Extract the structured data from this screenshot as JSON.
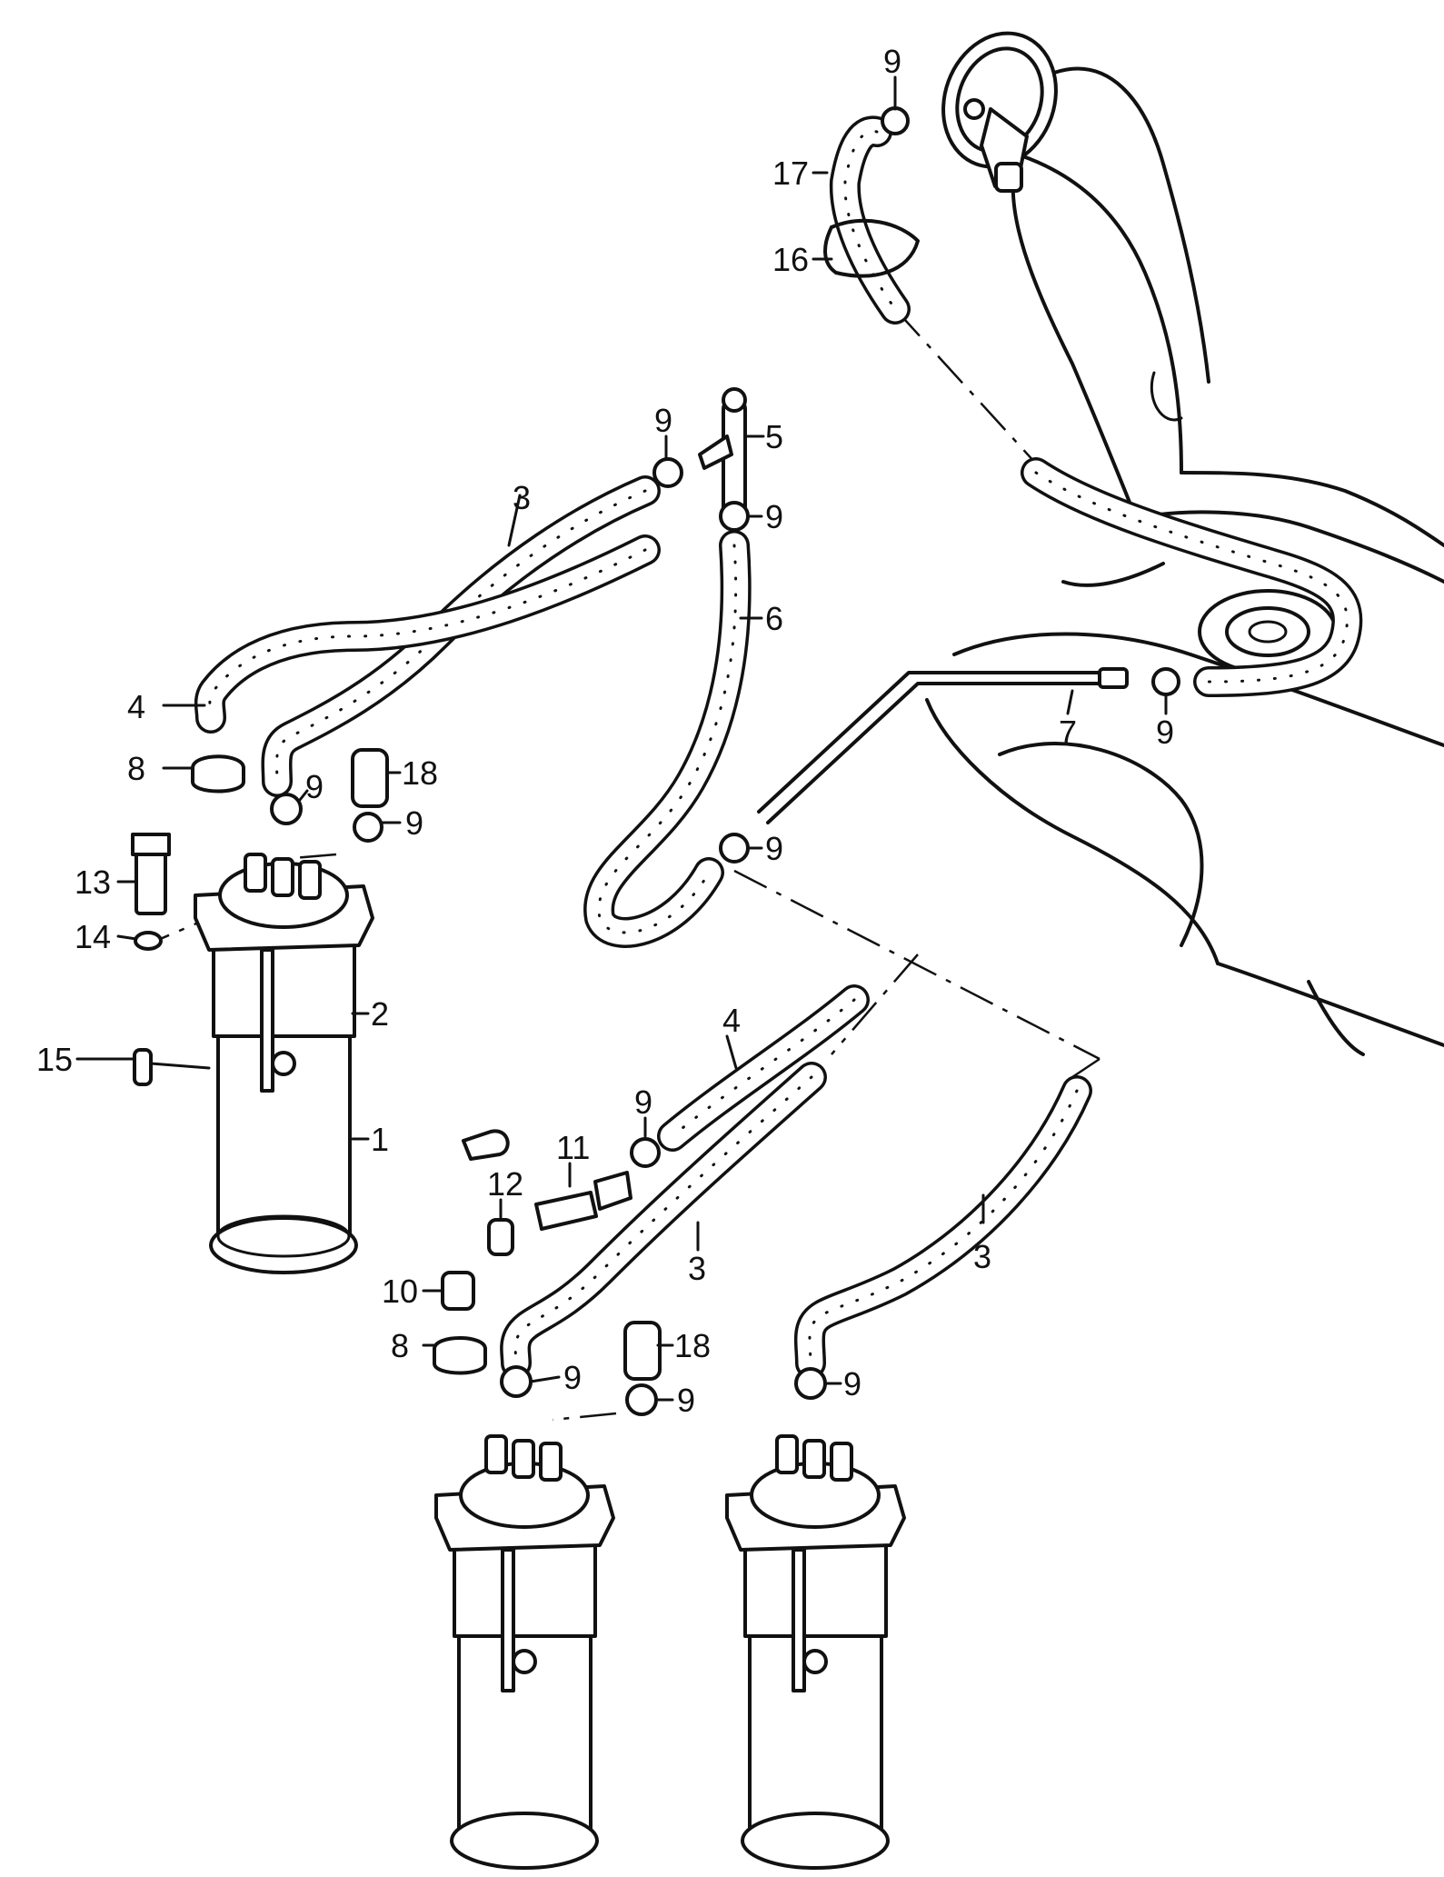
{
  "labels": {
    "p1": "1",
    "p2": "2",
    "p3a": "3",
    "p3b": "3",
    "p3c": "3",
    "p4a": "4",
    "p4b": "4",
    "p5": "5",
    "p6": "6",
    "p7": "7",
    "p8a": "8",
    "p8b": "8",
    "p9a": "9",
    "p9b": "9",
    "p9c": "9",
    "p9d": "9",
    "p9e": "9",
    "p9f": "9",
    "p9g": "9",
    "p9h": "9",
    "p9i": "9",
    "p9j": "9",
    "p9k": "9",
    "p10": "10",
    "p11": "11",
    "p12": "12",
    "p13": "13",
    "p14": "14",
    "p15": "15",
    "p16": "16",
    "p17": "17",
    "p18a": "18",
    "p18b": "18"
  }
}
